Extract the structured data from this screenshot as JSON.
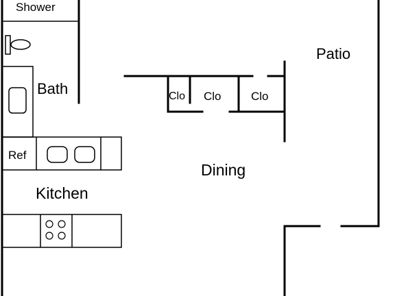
{
  "rooms": {
    "shower": "Shower",
    "bath": "Bath",
    "patio": "Patio",
    "dining": "Dining",
    "kitchen": "Kitchen"
  },
  "closets": {
    "closet_1": "Clo",
    "closet_2": "Clo",
    "closet_3": "Clo"
  },
  "fixtures": {
    "refrigerator": "Ref"
  },
  "colors": {
    "background": "#ffffff",
    "line": "#000000"
  }
}
